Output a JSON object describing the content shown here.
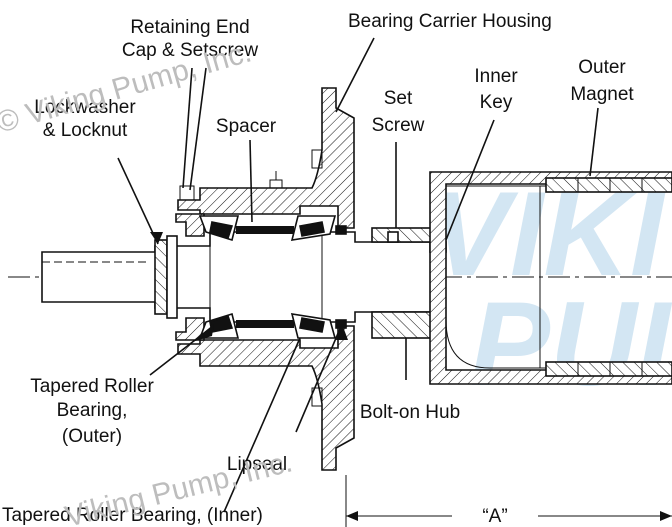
{
  "labels": {
    "retaining_end_cap": [
      "Retaining End",
      "Cap & Setscrew"
    ],
    "bearing_carrier_housing": "Bearing Carrier Housing",
    "lockwasher_locknut": [
      "Lockwasher",
      "& Locknut"
    ],
    "spacer": "Spacer",
    "set_screw": [
      "Set",
      "Screw"
    ],
    "inner_key": [
      "Inner",
      "Key"
    ],
    "outer_magnet": [
      "Outer",
      "Magnet"
    ],
    "tapered_roller_outer": [
      "Tapered Roller",
      "Bearing,",
      "(Outer)"
    ],
    "lipseal": "Lipseal",
    "bolt_on_hub": "Bolt-on Hub",
    "tapered_roller_inner": "Tapered Roller Bearing, (Inner)",
    "dimension_a": "“A”"
  },
  "watermark": {
    "copyright": "© Viking Pump, Inc.",
    "lower": "Viking Pump, Inc.",
    "brand_line1": "VIKI",
    "brand_line2": "PUI"
  },
  "colors": {
    "line": "#111111",
    "watermark_text": "#bdbdbd",
    "brand_watermark": "#d3e6f3",
    "background": "#ffffff"
  }
}
